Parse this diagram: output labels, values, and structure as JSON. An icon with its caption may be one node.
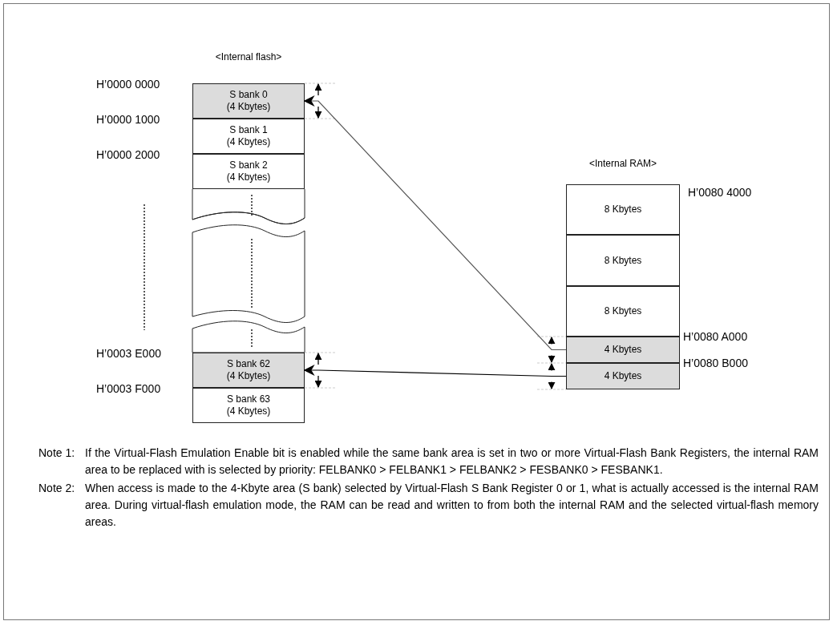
{
  "diagram": {
    "nodes": [
      {
        "text": [
          "<Internal flash>"
        ]
      },
      {
        "text": [
          "S bank 0 (4 Kbytes)"
        ],
        "in": 0,
        "beside": [
          "H’0000 0000"
        ]
      },
      {
        "text": [
          "S bank 1 (4 Kbytes)"
        ],
        "in": 0,
        "beside": [
          "H’0000 1000"
        ]
      },
      {
        "text": [
          "S bank 2 (4 Kbytes)"
        ],
        "in": 0,
        "beside": [
          "H’0000 2000"
        ]
      },
      {
        "text": [
          "S bank 62 (4 Kbytes)"
        ],
        "in": 0,
        "beside": [
          "H’0003 E000"
        ]
      },
      {
        "text": [
          "S bank 63 (4 Kbytes)"
        ],
        "in": 0,
        "beside": [
          "H’0003 F000"
        ]
      },
      {
        "text": [
          "<Internal RAM>"
        ]
      },
      {
        "text": [
          "8 Kbytes"
        ],
        "in": 6,
        "beside": [
          "H’0080 4000"
        ]
      },
      {
        "text": [
          "8 Kbytes"
        ],
        "in": 6
      },
      {
        "text": [
          "8 Kbytes"
        ],
        "in": 6
      },
      {
        "text": [
          "4 Kbytes"
        ],
        "in": 6,
        "beside": [
          "H’0080 A000"
        ]
      },
      {
        "text": [
          "4 Kbytes"
        ],
        "in": 6,
        "beside": [
          "H’0080 B000"
        ]
      }
    ],
    "edges": [
      {
        "from": 10,
        "to": 1,
        "arrow": "to",
        "color": "#555555"
      },
      {
        "from": 11,
        "to": 4,
        "arrow": "to"
      }
    ],
    "labels": [
      "Note 1:",
      "If the Virtual-Flash Emulation Enable bit is enabled while the same bank area is set in two or more Virtual-Flash Bank Registers, the internal RAM area to be replaced with is selected by priority: FELBANK0 > FELBANK1 > FELBANK2 > FESBANK0 > FESBANK1.",
      "Note 2:",
      "When access is made to the 4-Kbyte area (S bank) selected by Virtual-Flash S Bank Register 0 or 1, what is actually accessed is the internal RAM area. During virtual-flash emulation mode, the RAM can be read and written to from both the internal RAM and the selected virtual-flash memory areas."
    ]
  }
}
